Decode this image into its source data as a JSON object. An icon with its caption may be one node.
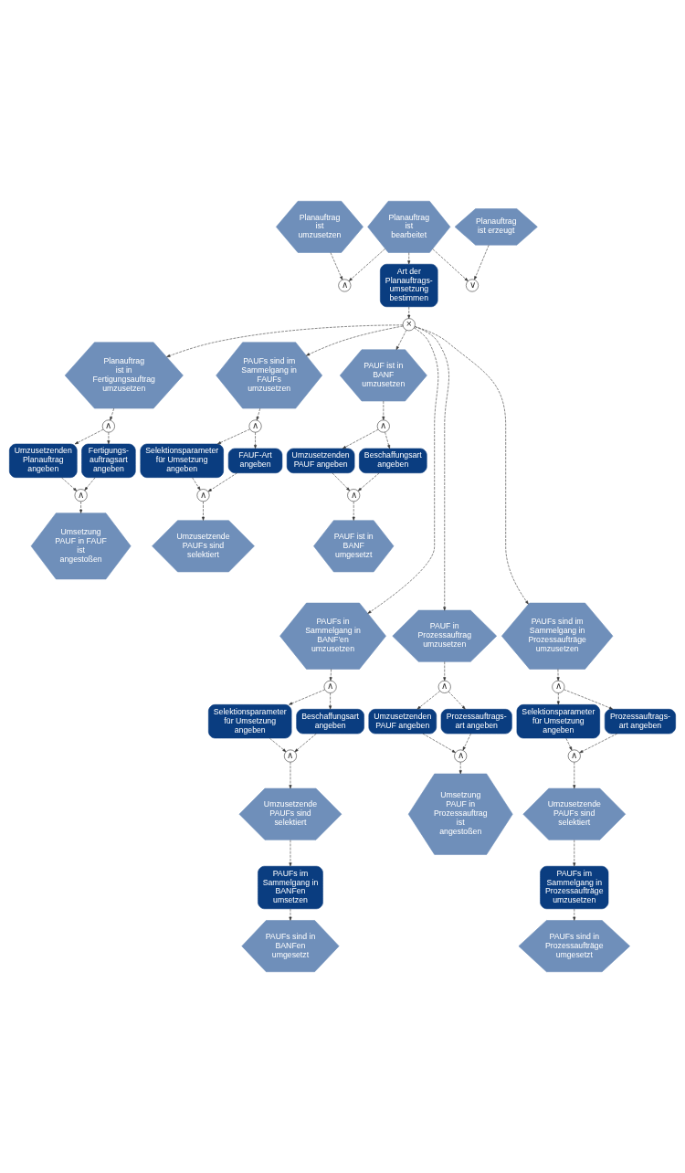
{
  "diagram": {
    "nodes": [
      {
        "text": [
          "Planauftrag ist umzusetzen"
        ]
      },
      {
        "text": [
          "Planauftrag ist bearbeitet"
        ]
      },
      {
        "text": [
          "Planauftrag ist erzeugt"
        ]
      },
      {
        "text": [
          "∨"
        ]
      },
      {
        "text": [
          "∧"
        ]
      },
      {
        "text": [
          "Art der Planauftrags- umsetzung bestimmen"
        ]
      },
      {
        "text": [
          "×"
        ]
      },
      {
        "text": [
          "Planauftrag ist in Fertigungsauftrag umzusetzen"
        ]
      },
      {
        "text": [
          "PAUFs sind im Sammelgang in FAUFs umzusetzen"
        ]
      },
      {
        "text": [
          "PAUF ist in BANF umzusetzen"
        ]
      },
      {
        "text": [
          "∧"
        ]
      },
      {
        "text": [
          "∧"
        ]
      },
      {
        "text": [
          "∧"
        ]
      },
      {
        "text": [
          "Umzusetzenden Planauftrag angeben"
        ]
      },
      {
        "text": [
          "Fertigungs- auftragsart angeben"
        ]
      },
      {
        "text": [
          "Selektionsparameter für Umsetzung angeben"
        ]
      },
      {
        "text": [
          "FAUF-Art angeben"
        ]
      },
      {
        "text": [
          "Umzusetzenden PAUF angeben"
        ]
      },
      {
        "text": [
          "Beschaffungsart angeben"
        ]
      },
      {
        "text": [
          "∧"
        ]
      },
      {
        "text": [
          "∧"
        ]
      },
      {
        "text": [
          "∧"
        ]
      },
      {
        "text": [
          "Umsetzung PAUF in FAUF ist angestoßen"
        ]
      },
      {
        "text": [
          "Umzusetzende PAUFs sind selektiert"
        ]
      },
      {
        "text": [
          "PAUF ist in BANF umgesetzt"
        ]
      },
      {
        "text": [
          "PAUFs in Sammelgang in BANF'en umzusetzen"
        ]
      },
      {
        "text": [
          "PAUF in Prozessauftrag umzusetzen"
        ]
      },
      {
        "text": [
          "PAUFs sind im Sammelgang in Prozessaufträge umzusetzen"
        ]
      },
      {
        "text": [
          "∧"
        ]
      },
      {
        "text": [
          "∧"
        ]
      },
      {
        "text": [
          "∧"
        ]
      },
      {
        "text": [
          "Selektionsparameter für Umsetzung angeben"
        ]
      },
      {
        "text": [
          "Beschaffungsart angeben"
        ]
      },
      {
        "text": [
          "Umzusetzenden PAUF angeben"
        ]
      },
      {
        "text": [
          "Prozessauftrags- art angeben"
        ]
      },
      {
        "text": [
          "Selektionsparameter für Umsetzung angeben"
        ]
      },
      {
        "text": [
          "Prozessauftrags- art angeben"
        ]
      },
      {
        "text": [
          "∧"
        ]
      },
      {
        "text": [
          "∧"
        ]
      },
      {
        "text": [
          "∧"
        ]
      },
      {
        "text": [
          "Umzusetzende PAUFs sind selektiert"
        ]
      },
      {
        "text": [
          "Umsetzung PAUF in Prozessauftrag ist angestoßen"
        ]
      },
      {
        "text": [
          "Umzusetzende PAUFs sind selektiert"
        ]
      },
      {
        "text": [
          "PAUFs im Sammelgang in BANFen umsetzen"
        ]
      },
      {
        "text": [
          "PAUFs im Sammelgang in Prozessaufträge umzusetzen"
        ]
      },
      {
        "text": [
          "PAUFs sind in BANFen umgesetzt"
        ]
      },
      {
        "text": [
          "PAUFs sind in Prozessaufträge umgesetzt"
        ]
      }
    ],
    "edges": [
      {
        "from": 0,
        "to": 4,
        "arrow": "to",
        "style": "dashed"
      },
      {
        "from": 1,
        "to": 3,
        "arrow": "to",
        "style": "dashed"
      },
      {
        "from": 2,
        "to": 3,
        "arrow": "to",
        "style": "dashed"
      },
      {
        "from": 1,
        "to": 4,
        "arrow": "to",
        "style": "dashed"
      },
      {
        "from": 1,
        "to": 5,
        "arrow": "to",
        "style": "dashed"
      },
      {
        "from": 5,
        "to": 6,
        "arrow": "to",
        "style": "dashed"
      },
      {
        "from": 6,
        "to": 7,
        "arrow": "to",
        "style": "dashed"
      },
      {
        "from": 6,
        "to": 8,
        "arrow": "to",
        "style": "dashed"
      },
      {
        "from": 6,
        "to": 9,
        "arrow": "to",
        "style": "dashed"
      },
      {
        "from": 6,
        "to": 25,
        "arrow": "to",
        "style": "dashed"
      },
      {
        "from": 6,
        "to": 26,
        "arrow": "to",
        "style": "dashed"
      },
      {
        "from": 6,
        "to": 27,
        "arrow": "to",
        "style": "dashed"
      },
      {
        "from": 7,
        "to": 10,
        "arrow": "to",
        "style": "dashed"
      },
      {
        "from": 8,
        "to": 11,
        "arrow": "to",
        "style": "dashed"
      },
      {
        "from": 9,
        "to": 12,
        "arrow": "to",
        "style": "dashed"
      },
      {
        "from": 10,
        "to": 13,
        "arrow": "to",
        "style": "dashed"
      },
      {
        "from": 10,
        "to": 14,
        "arrow": "to",
        "style": "dashed"
      },
      {
        "from": 11,
        "to": 15,
        "arrow": "to",
        "style": "dashed"
      },
      {
        "from": 11,
        "to": 16,
        "arrow": "to",
        "style": "dashed"
      },
      {
        "from": 12,
        "to": 17,
        "arrow": "to",
        "style": "dashed"
      },
      {
        "from": 12,
        "to": 18,
        "arrow": "to",
        "style": "dashed"
      },
      {
        "from": 13,
        "to": 19,
        "arrow": "to",
        "style": "dashed"
      },
      {
        "from": 14,
        "to": 19,
        "arrow": "to",
        "style": "dashed"
      },
      {
        "from": 15,
        "to": 20,
        "arrow": "to",
        "style": "dashed"
      },
      {
        "from": 16,
        "to": 20,
        "arrow": "to",
        "style": "dashed"
      },
      {
        "from": 17,
        "to": 21,
        "arrow": "to",
        "style": "dashed"
      },
      {
        "from": 18,
        "to": 21,
        "arrow": "to",
        "style": "dashed"
      },
      {
        "from": 19,
        "to": 22,
        "arrow": "to",
        "style": "dashed"
      },
      {
        "from": 20,
        "to": 23,
        "arrow": "to",
        "style": "dashed"
      },
      {
        "from": 21,
        "to": 24,
        "arrow": "to",
        "style": "dashed"
      },
      {
        "from": 25,
        "to": 28,
        "arrow": "to",
        "style": "dashed"
      },
      {
        "from": 26,
        "to": 29,
        "arrow": "to",
        "style": "dashed"
      },
      {
        "from": 27,
        "to": 30,
        "arrow": "to",
        "style": "dashed"
      },
      {
        "from": 28,
        "to": 31,
        "arrow": "to",
        "style": "dashed"
      },
      {
        "from": 28,
        "to": 32,
        "arrow": "to",
        "style": "dashed"
      },
      {
        "from": 29,
        "to": 33,
        "arrow": "to",
        "style": "dashed"
      },
      {
        "from": 29,
        "to": 34,
        "arrow": "to",
        "style": "dashed"
      },
      {
        "from": 30,
        "to": 35,
        "arrow": "to",
        "style": "dashed"
      },
      {
        "from": 30,
        "to": 36,
        "arrow": "to",
        "style": "dashed"
      },
      {
        "from": 31,
        "to": 37,
        "arrow": "to",
        "style": "dashed"
      },
      {
        "from": 32,
        "to": 37,
        "arrow": "to",
        "style": "dashed"
      },
      {
        "from": 33,
        "to": 38,
        "arrow": "to",
        "style": "dashed"
      },
      {
        "from": 34,
        "to": 38,
        "arrow": "to",
        "style": "dashed"
      },
      {
        "from": 35,
        "to": 39,
        "arrow": "to",
        "style": "dashed"
      },
      {
        "from": 36,
        "to": 39,
        "arrow": "to",
        "style": "dashed"
      },
      {
        "from": 37,
        "to": 40,
        "arrow": "to",
        "style": "dashed"
      },
      {
        "from": 38,
        "to": 41,
        "arrow": "to",
        "style": "dashed"
      },
      {
        "from": 39,
        "to": 42,
        "arrow": "to",
        "style": "dashed"
      },
      {
        "from": 40,
        "to": 43,
        "arrow": "to",
        "style": "dashed"
      },
      {
        "from": 42,
        "to": 44,
        "arrow": "to",
        "style": "dashed"
      },
      {
        "from": 43,
        "to": 45,
        "arrow": "to",
        "style": "dashed"
      },
      {
        "from": 44,
        "to": 46,
        "arrow": "to",
        "style": "dashed"
      }
    ]
  }
}
